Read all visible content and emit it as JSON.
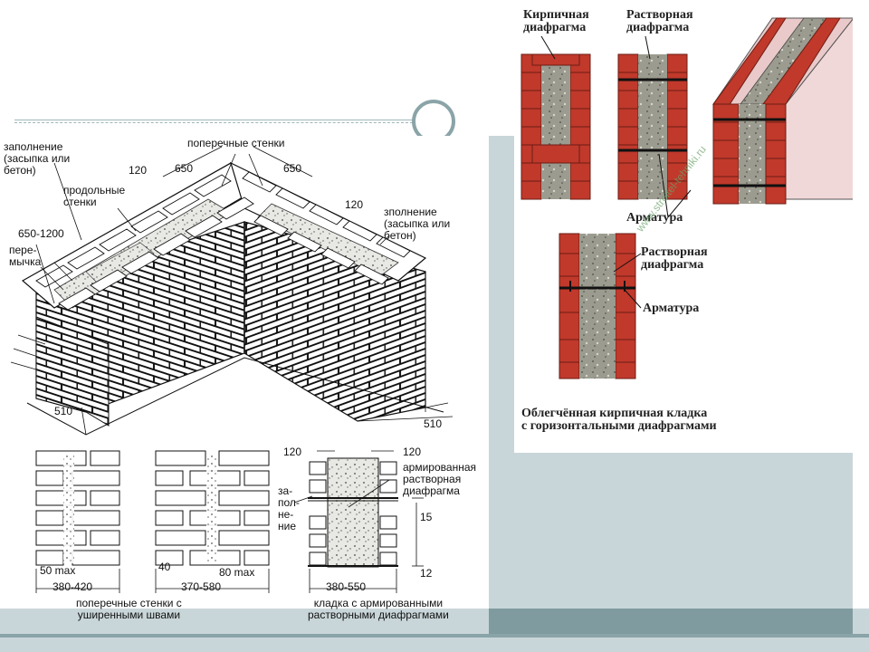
{
  "left_diagram": {
    "callouts": {
      "fill_left": "заполнение\n(засыпка или\nбетон)",
      "cross_walls": "поперечные стенки",
      "dim_650_left": "650",
      "dim_650_right": "650",
      "dim_120_left": "120",
      "dim_120_right": "120",
      "long_walls": "продольные\nстенки",
      "fill_right": "зполнение\n(засыпка или\nбетон)",
      "dim_650_1200": "650-1200",
      "lintel": "пере-\nмычка",
      "dim_510_left": "510",
      "dim_510_right": "510"
    },
    "plans": {
      "plan1_dim_small": "50 max",
      "plan1_dim_total": "380-420",
      "plan2_dim_40": "40",
      "plan2_dim_80": "80 max",
      "plan2_dim_total": "370-580",
      "caption_left": "поперечные стенки с\nуширенными швами",
      "plan3_dim_120_left": "120",
      "plan3_dim_120_right": "120",
      "plan3_fill": "за-\nпол-\nне-\nние",
      "plan3_reinforced": "армированная\nрастворная\nдиафрагма",
      "plan3_dim_15": "15",
      "plan3_dim_12": "12",
      "plan3_dim_total": "380-550",
      "caption_right": "кладка с армированными\nрастворными диафрагмами"
    }
  },
  "right_diagram": {
    "brick_diaphragm": "Кирпичная\nдиафрагма",
    "mortar_diaphragm": "Растворная\nдиафрагма",
    "reinforcement_1": "Арматура",
    "mortar_diaphragm_2": "Растворная\nдиафрагма",
    "reinforcement_2": "Арматура",
    "caption": "Облегчённая кирпичная кладка\nс горизонтальными диафрагмами",
    "watermark": "www.stroitel-tehniki.ru"
  },
  "colors": {
    "brick": "#c0392b",
    "brick_dark": "#8e2a1f",
    "fill": "#9b9b8f",
    "panel": "#c9d6d9",
    "panel_dark": "#7f9b9f"
  }
}
